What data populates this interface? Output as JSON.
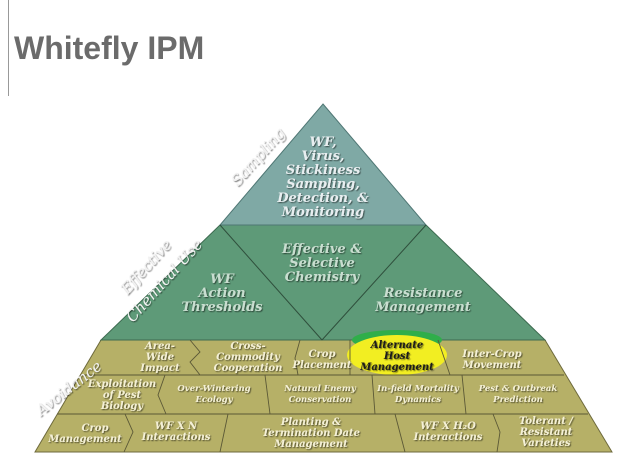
{
  "title": "Whitefly IPM",
  "side_labels": {
    "sampling": "Sampling",
    "chemical_line1": "Effective",
    "chemical_line2": "Chemical Use",
    "avoidance": "Avoidance"
  },
  "top_tier": {
    "lines": [
      "WF,",
      "Virus,",
      "Stickiness",
      "Sampling,",
      "Detection, &",
      "Monitoring"
    ]
  },
  "middle_tier": {
    "left": [
      "WF",
      "Action",
      "Thresholds"
    ],
    "center": [
      "Effective &",
      "Selective",
      "Chemistry"
    ],
    "right": [
      "Resistance",
      "Management"
    ]
  },
  "bottom_tier": {
    "area_wide": [
      "Area-",
      "Wide",
      "Impact"
    ],
    "cross_commodity": [
      "Cross-",
      "Commodity",
      "Cooperation"
    ],
    "crop_placement": [
      "Crop",
      "Placement"
    ],
    "alternate_host": [
      "Alternate",
      "Host",
      "Management"
    ],
    "inter_crop": [
      "Inter-Crop",
      "Movement"
    ],
    "exploitation": [
      "Exploitation",
      "of Pest",
      "Biology"
    ],
    "over_wintering": [
      "Over-Wintering",
      "Ecology"
    ],
    "natural_enemy": [
      "Natural Enemy",
      "Conservation"
    ],
    "in_field": [
      "In-field Mortality",
      "Dynamics"
    ],
    "pest_outbreak": [
      "Pest & Outbreak",
      "Prediction"
    ],
    "crop_management": [
      "Crop",
      "Management"
    ],
    "wf_x_n": [
      "WF X N",
      "Interactions"
    ],
    "planting": [
      "Planting &",
      "Termination Date",
      "Management"
    ],
    "wf_x_h2o": [
      "WF X H₂O",
      "Interactions"
    ],
    "tolerant": [
      "Tolerant /",
      "Resistant",
      "Varieties"
    ]
  },
  "colors": {
    "top_tier": "#7fa9a5",
    "middle_tier": "#5e9a78",
    "bottom_tier": "#b6b067",
    "highlight": "#f2ee22",
    "highlight_top": "#2fae4a"
  }
}
